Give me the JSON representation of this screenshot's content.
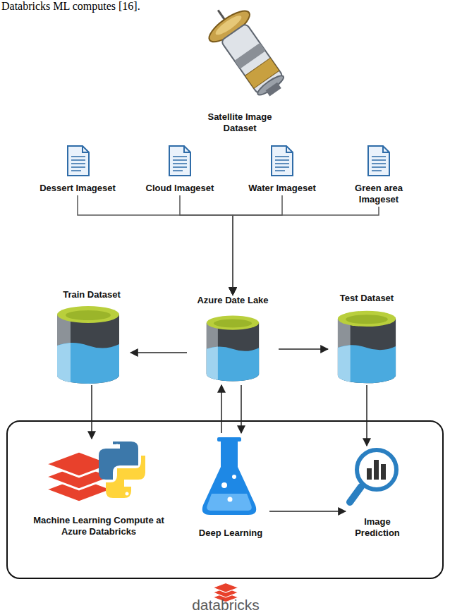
{
  "diagram": {
    "nodes": [
      {
        "text": [
          "Satellite Image Dataset"
        ]
      },
      {
        "text": [
          "Dessert Imageset"
        ]
      },
      {
        "text": [
          "Cloud Imageset"
        ]
      },
      {
        "text": [
          "Water Imageset"
        ]
      },
      {
        "text": [
          "Green area Imageset"
        ]
      },
      {
        "text": [
          "Train Dataset"
        ]
      },
      {
        "text": [
          "Azure Date Lake"
        ]
      },
      {
        "text": [
          "Test Dataset"
        ]
      },
      {
        "text": [
          "Machine Learning Compute at Azure Databricks"
        ]
      },
      {
        "text": [
          "Deep Learning"
        ]
      },
      {
        "text": [
          "Image Prediction"
        ]
      }
    ],
    "edges": [
      {
        "from": 1,
        "to": 6,
        "arrow": "to"
      },
      {
        "from": 2,
        "to": 6,
        "arrow": "to"
      },
      {
        "from": 3,
        "to": 6,
        "arrow": "to"
      },
      {
        "from": 4,
        "to": 6,
        "arrow": "to"
      },
      {
        "from": 6,
        "to": 5,
        "arrow": "to"
      },
      {
        "from": 6,
        "to": 7,
        "arrow": "to"
      },
      {
        "from": 5,
        "to": 8,
        "arrow": "to"
      },
      {
        "from": 7,
        "to": 10,
        "arrow": "to"
      },
      {
        "from": 9,
        "to": 6,
        "arrow": "to"
      },
      {
        "from": 6,
        "to": 9,
        "arrow": "to"
      },
      {
        "from": 9,
        "to": 10,
        "arrow": "to"
      }
    ],
    "labels": [
      "Databricks ML computes [16].",
      "databricks"
    ]
  }
}
